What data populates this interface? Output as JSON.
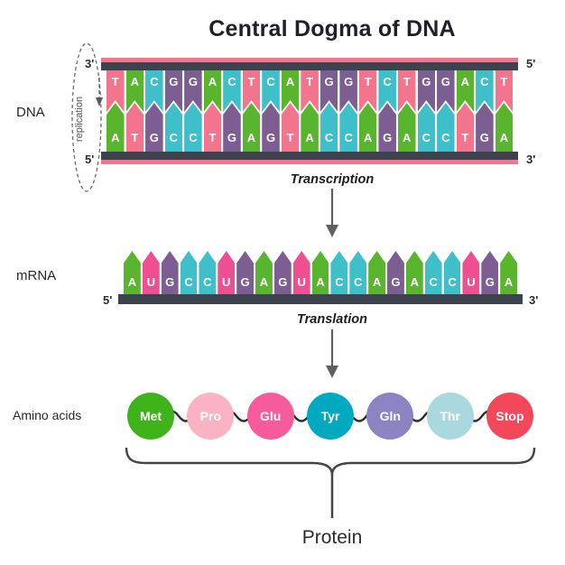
{
  "title": "Central Dogma of DNA",
  "section_labels": {
    "dna": "DNA",
    "mrna": "mRNA",
    "amino_acids": "Amino acids",
    "protein": "Protein"
  },
  "process_labels": {
    "replication": "replication",
    "transcription": "Transcription",
    "translation": "Translation"
  },
  "dna": {
    "top_strand": {
      "left_end_label": "3'",
      "right_end_label": "5'",
      "bases": [
        "T",
        "A",
        "C",
        "G",
        "G",
        "A",
        "C",
        "T",
        "C",
        "A",
        "T",
        "G",
        "G",
        "T",
        "C",
        "T",
        "G",
        "G",
        "A",
        "C",
        "T"
      ]
    },
    "bottom_strand": {
      "left_end_label": "5'",
      "right_end_label": "3'",
      "bases": [
        "A",
        "T",
        "G",
        "C",
        "C",
        "T",
        "G",
        "A",
        "G",
        "T",
        "A",
        "C",
        "C",
        "A",
        "G",
        "A",
        "C",
        "C",
        "T",
        "G",
        "A"
      ]
    }
  },
  "mrna": {
    "left_end_label": "5'",
    "right_end_label": "3'",
    "bases": [
      "A",
      "U",
      "G",
      "C",
      "C",
      "U",
      "G",
      "A",
      "G",
      "U",
      "A",
      "C",
      "C",
      "A",
      "G",
      "A",
      "C",
      "C",
      "U",
      "G",
      "A"
    ]
  },
  "amino_acids": [
    {
      "name": "Met",
      "color": "#3fb31a"
    },
    {
      "name": "Pro",
      "color": "#f9b3c3"
    },
    {
      "name": "Glu",
      "color": "#f65b9b"
    },
    {
      "name": "Tyr",
      "color": "#00a9bf"
    },
    {
      "name": "Gln",
      "color": "#8c83c2"
    },
    {
      "name": "Thr",
      "color": "#a9d8de"
    },
    {
      "name": "Stop",
      "color": "#f3475a"
    }
  ],
  "base_colors": {
    "A": "#5ab52e",
    "T": "#f2758d",
    "C": "#3ebfc9",
    "G": "#7c5e92",
    "U": "#ee4f90"
  },
  "colors": {
    "backbone": "#3d434e",
    "backbone_stripe": "#f2758d",
    "arrow": "#5f5f5f"
  }
}
